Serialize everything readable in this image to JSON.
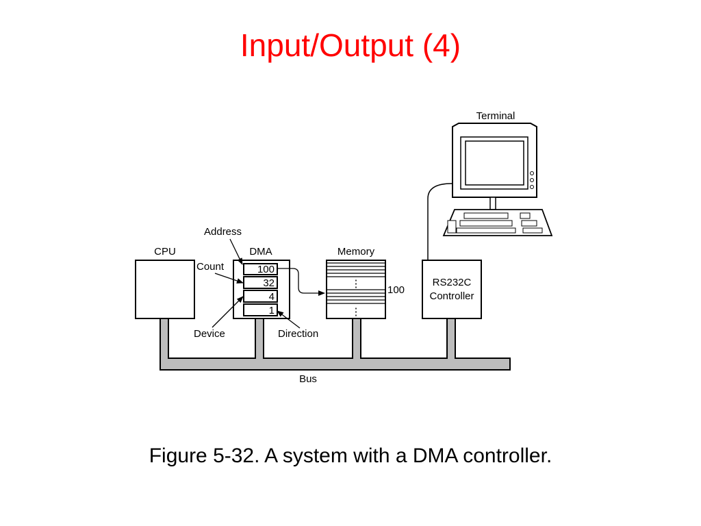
{
  "slide": {
    "title": "Input/Output (4)",
    "title_color": "#ff0000",
    "caption": "Figure 5-32. A system with a DMA controller."
  },
  "diagram": {
    "labels": {
      "cpu": "CPU",
      "dma": "DMA",
      "memory": "Memory",
      "terminal": "Terminal",
      "controller_line1": "RS232C",
      "controller_line2": "Controller",
      "bus": "Bus",
      "address": "Address",
      "count": "Count",
      "device": "Device",
      "direction": "Direction",
      "memory_address": "100",
      "memory_dots_upper": "⋮",
      "memory_dots_lower": "⋮"
    },
    "dma_registers": [
      "100",
      "32",
      "4",
      "1"
    ],
    "colors": {
      "bus_fill": "#bdbdbd",
      "line": "#000000"
    }
  }
}
